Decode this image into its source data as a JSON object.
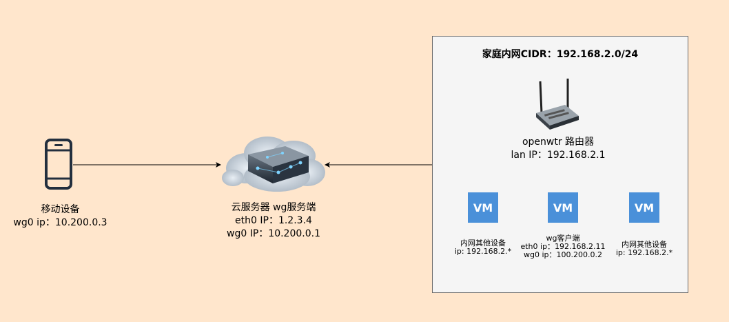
{
  "background_color": "#ffe6cc",
  "mobile": {
    "icon": "smartphone-icon",
    "line1": "移动设备",
    "line2": "wg0 ip：10.200.0.3"
  },
  "cloud": {
    "icon": "cloud-server-icon",
    "line1": "云服务器 wg服务端",
    "line2": "eth0 IP：1.2.3.4",
    "line3": "wg0 IP：10.200.0.1"
  },
  "lan": {
    "title": "家庭内网CIDR：192.168.2.0/24",
    "router": {
      "icon": "router-icon",
      "line1": "openwtr 路由器",
      "line2": "lan IP：192.168.2.1"
    },
    "vms": [
      {
        "badge": "VM",
        "line1": "内网其他设备",
        "line2": "ip: 192.168.2.*",
        "line3": ""
      },
      {
        "badge": "VM",
        "line1": "wg客户端",
        "line2": "eth0 ip：192.168.2.11",
        "line3": "wg0 ip：100.200.0.2"
      },
      {
        "badge": "VM",
        "line1": "内网其他设备",
        "line2": "ip: 192.168.2.*",
        "line3": ""
      }
    ]
  },
  "colors": {
    "vm": "#4a90d9",
    "lan_box": "#f5f5f5",
    "border": "#666666"
  }
}
